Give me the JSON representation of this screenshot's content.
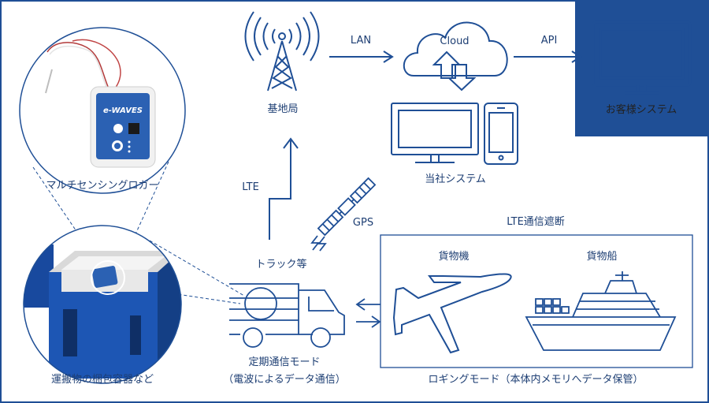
{
  "colors": {
    "background": "#ffffff",
    "frame_blue": "#1f4f96",
    "line_blue": "#1f4f96",
    "label_text": "#1d3e73",
    "customer_text": "#222222"
  },
  "labels": {
    "lan": "LAN",
    "cloud": "Cloud",
    "api": "API",
    "base_station": "基地局",
    "customer_system": "お客様システム",
    "company_system": "当社システム",
    "lte": "LTE",
    "gps": "GPS",
    "multi_sensing_logger": "マルチセンシングロガー",
    "lte_blocked": "LTE通信遮断",
    "cargo_aircraft": "貨物機",
    "cargo_ship": "貨物船",
    "truck": "トラック等",
    "packaging": "運搬物の梱包容器など",
    "periodic_mode_line1": "定期通信モード",
    "periodic_mode_line2": "（電波によるデータ通信）",
    "logging_mode": "ロギングモード（本体内メモリへデータ保管）"
  },
  "logger_device": {
    "brand": "e-WAVES"
  },
  "icons": [
    "cell-tower-icon",
    "cloud-icon",
    "upload-arrow-icon",
    "download-arrow-icon",
    "customer-monitor-icon",
    "company-monitor-icon",
    "smartphone-icon",
    "satellite-icon",
    "signal-bolt-icon",
    "truck-icon",
    "airplane-icon",
    "ship-icon",
    "logger-photo",
    "container-photo"
  ]
}
